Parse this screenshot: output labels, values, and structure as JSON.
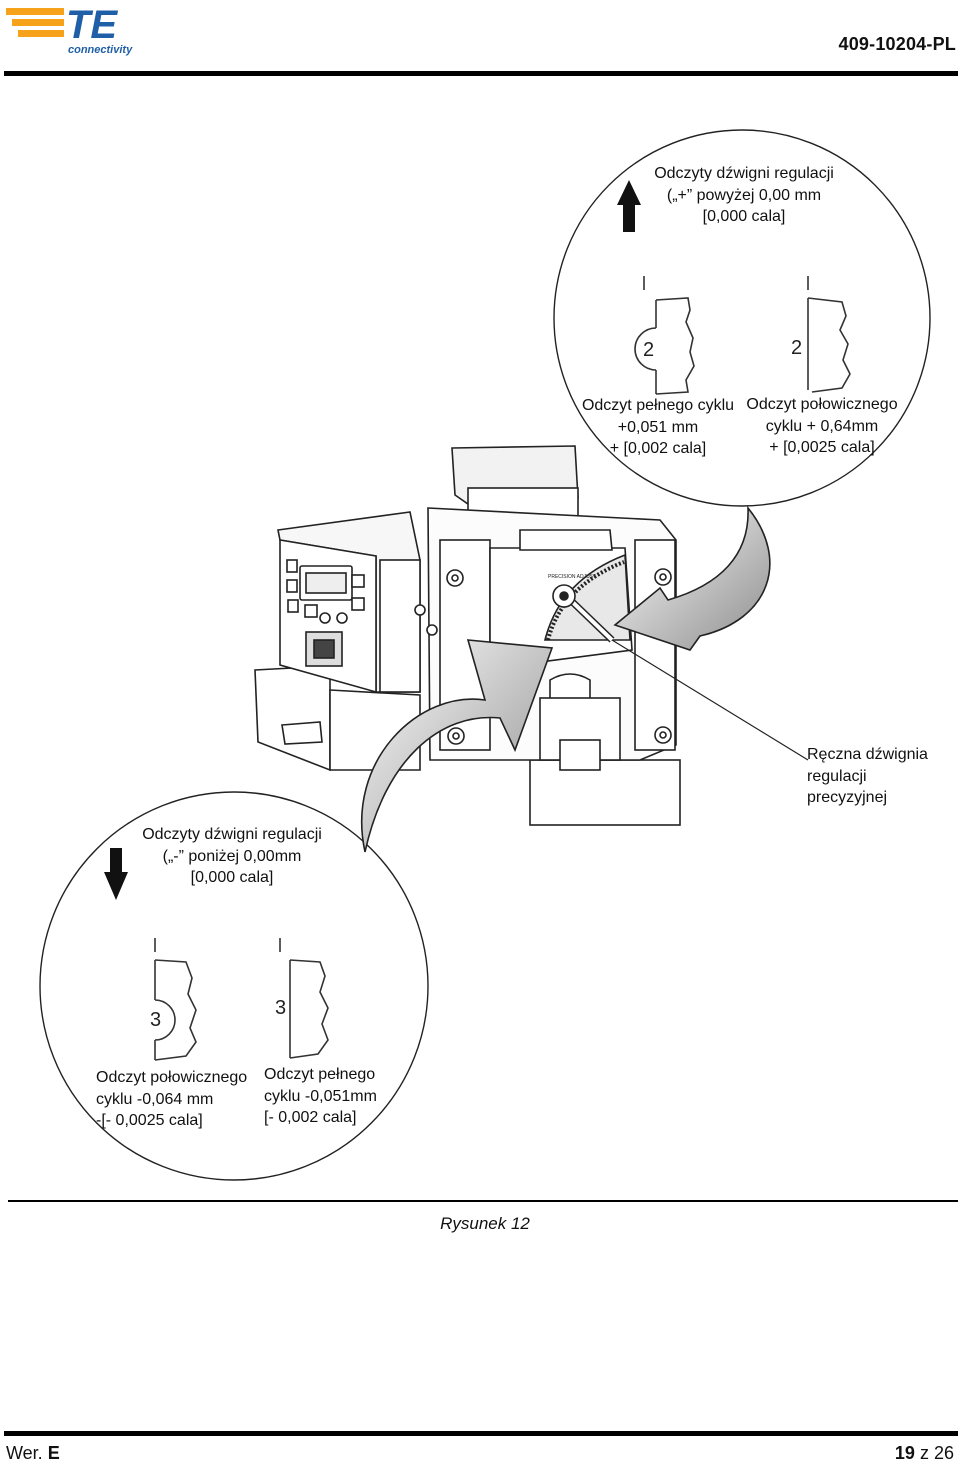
{
  "header": {
    "logo_text": "TE",
    "logo_sub": "connectivity",
    "doc_number": "409-10204-PL",
    "brand_color": "#f7a21b"
  },
  "figure": {
    "upper_title": "Odczyty dźwigni regulacji\n(„+” powyżej 0,00 mm\n[0,000 cala]",
    "upper_full": "Odczyt pełnego cyklu\n+0,051 mm\n+ [0,002 cala]",
    "upper_half": "Odczyt połowicznego\ncyklu + 0,64mm\n+ [0,0025 cala]",
    "upper_digit_a": "2",
    "upper_digit_b": "2",
    "lever_label": "Ręczna dźwignia\nregulacji\nprecyzyjnej",
    "lower_title": "Odczyty dźwigni regulacji\n(„-” poniżej 0,00mm\n[0,000 cala]",
    "lower_half": "Odczyt połowicznego\ncyklu -0,064 mm\n-[- 0,0025 cala]",
    "lower_full": "Odczyt pełnego\ncyklu -0,051mm\n[- 0,002 cala]",
    "lower_digit_a": "3",
    "lower_digit_b": "3",
    "dial_text": "PRECISION ADJUST",
    "caption": "Rysunek 12"
  },
  "footer": {
    "rev_label": "Wer.",
    "rev_value": "E",
    "page_current": "19",
    "page_sep": "z",
    "page_total": "26"
  }
}
